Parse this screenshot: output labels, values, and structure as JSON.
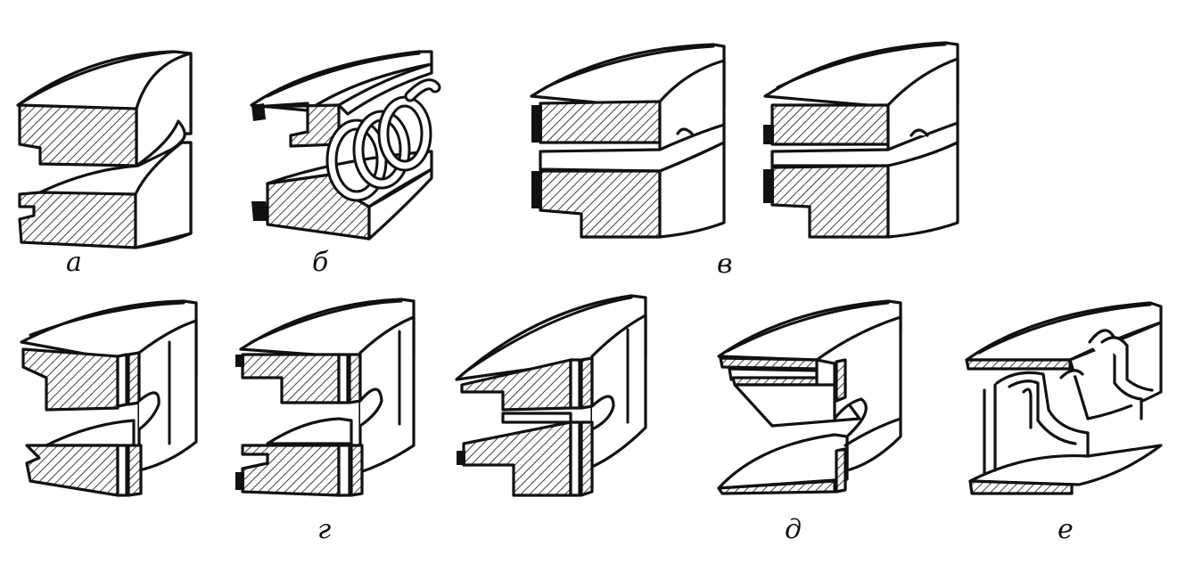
{
  "figure": {
    "labels": {
      "a": "а",
      "b": "б",
      "v": "в",
      "g": "г",
      "d": "д",
      "e": "е"
    },
    "colors": {
      "ink": "#111111",
      "paper": "#ffffff"
    }
  }
}
